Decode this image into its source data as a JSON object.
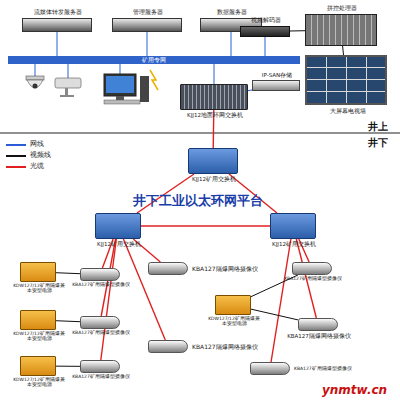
{
  "diagram": {
    "nodes": [
      {
        "text": [
          "流媒体转发服务器"
        ]
      },
      {
        "text": [
          "管理服务器"
        ]
      },
      {
        "text": [
          "数据服务器"
        ]
      },
      {
        "text": [
          "视频解码器"
        ]
      },
      {
        "text": [
          "拼控处理器"
        ]
      },
      {
        "text": [
          "矿用专网"
        ]
      },
      {
        "text": [
          "KJJ12地面环网交换机"
        ]
      },
      {
        "text": [
          "IP-SAN存储"
        ]
      },
      {
        "text": [
          "大屏幕电视墙"
        ]
      },
      {
        "text": [
          "KJJ12矿用交换机"
        ]
      },
      {
        "text": [
          "KJJ12矿用交换机"
        ]
      },
      {
        "text": [
          "KJJ12矿用交换机"
        ]
      },
      {
        "text": [
          "KDW127/12矿用隔爆兼本安型电源"
        ]
      },
      {
        "text": [
          "KDW127/12矿用隔爆兼本安型电源"
        ]
      },
      {
        "text": [
          "KDW127/12矿用隔爆兼本安型电源"
        ]
      },
      {
        "text": [
          "KBA127矿用隔爆型摄像仪"
        ]
      },
      {
        "text": [
          "KBA127矿用隔爆型摄像仪"
        ]
      },
      {
        "text": [
          "KBA127矿用隔爆型摄像仪"
        ]
      },
      {
        "text": [
          "KBA127隔爆网络摄像仪"
        ]
      },
      {
        "text": [
          "KBA127隔爆网络摄像仪"
        ]
      },
      {
        "text": [
          "KDW127/12矿用隔爆兼本安型电源"
        ]
      },
      {
        "text": [
          "KBA127矿用隔爆型摄像仪"
        ]
      },
      {
        "text": [
          "KBA127隔爆网络摄像仪"
        ]
      },
      {
        "text": [
          "KBA127矿用隔爆型摄像仪"
        ]
      }
    ],
    "edges": [
      {
        "from": 5,
        "to": 0,
        "arrow": "none"
      },
      {
        "from": 5,
        "to": 1,
        "arrow": "none"
      },
      {
        "from": 5,
        "to": 2,
        "arrow": "none"
      },
      {
        "from": 5,
        "to": 3,
        "arrow": "none"
      },
      {
        "from": 3,
        "to": 4,
        "arrow": "none"
      },
      {
        "from": 4,
        "to": 8,
        "arrow": "none"
      },
      {
        "from": 5,
        "to": 6,
        "arrow": "none"
      },
      {
        "from": 6,
        "to": 7,
        "arrow": "none"
      },
      {
        "from": 6,
        "to": 9,
        "arrow": "none"
      },
      {
        "from": 9,
        "to": 10,
        "arrow": "none"
      },
      {
        "from": 9,
        "to": 11,
        "arrow": "none"
      },
      {
        "from": 10,
        "to": 11,
        "arrow": "none"
      },
      {
        "from": 10,
        "to": 15,
        "arrow": "none"
      },
      {
        "from": 10,
        "to": 16,
        "arrow": "none"
      },
      {
        "from": 10,
        "to": 17,
        "arrow": "none"
      },
      {
        "from": 10,
        "to": 18,
        "arrow": "none"
      },
      {
        "from": 10,
        "to": 19,
        "arrow": "none"
      },
      {
        "from": 12,
        "to": 15,
        "arrow": "none"
      },
      {
        "from": 13,
        "to": 16,
        "arrow": "none"
      },
      {
        "from": 14,
        "to": 17,
        "arrow": "none"
      },
      {
        "from": 11,
        "to": 21,
        "arrow": "none"
      },
      {
        "from": 11,
        "to": 22,
        "arrow": "none"
      },
      {
        "from": 11,
        "to": 23,
        "arrow": "none"
      },
      {
        "from": 20,
        "to": 22,
        "arrow": "none"
      },
      {
        "from": 20,
        "to": 21,
        "arrow": "none"
      }
    ],
    "labels": [
      "井上",
      "井下",
      "井下工业以太环网平台",
      "ynmtw.cn"
    ],
    "legend": [
      {
        "text": "网线"
      },
      {
        "text": "视频线"
      },
      {
        "text": "光缆"
      }
    ]
  }
}
